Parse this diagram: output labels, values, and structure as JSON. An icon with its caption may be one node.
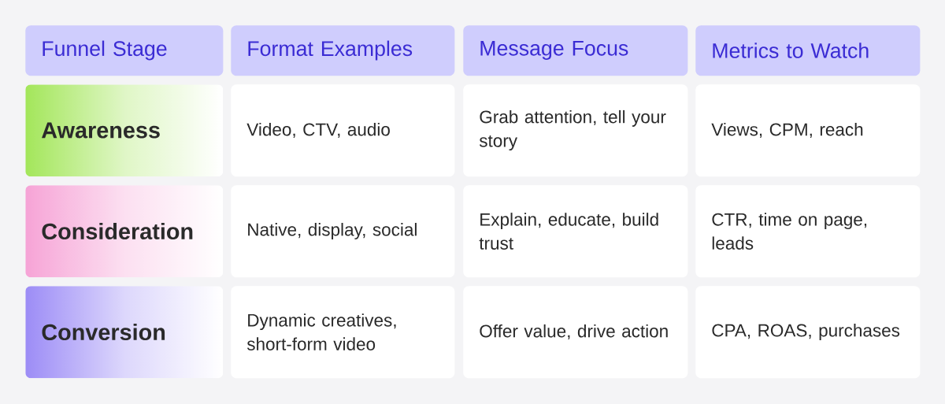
{
  "diagram": {
    "labels": [
      "Funnel Stage",
      "Format Examples",
      "Message Focus",
      "Metrics to Watch",
      "Awareness",
      "Video, CTV, audio",
      "Grab attention, tell your story",
      "Views, CPM, reach",
      "Consideration",
      "Native, display, social",
      "Explain, educate, build trust",
      "CTR, time on page, leads",
      "Conversion",
      "Dynamic creatives, short-form video",
      "Offer value, drive action",
      "CPA, ROAS, purchases"
    ]
  }
}
